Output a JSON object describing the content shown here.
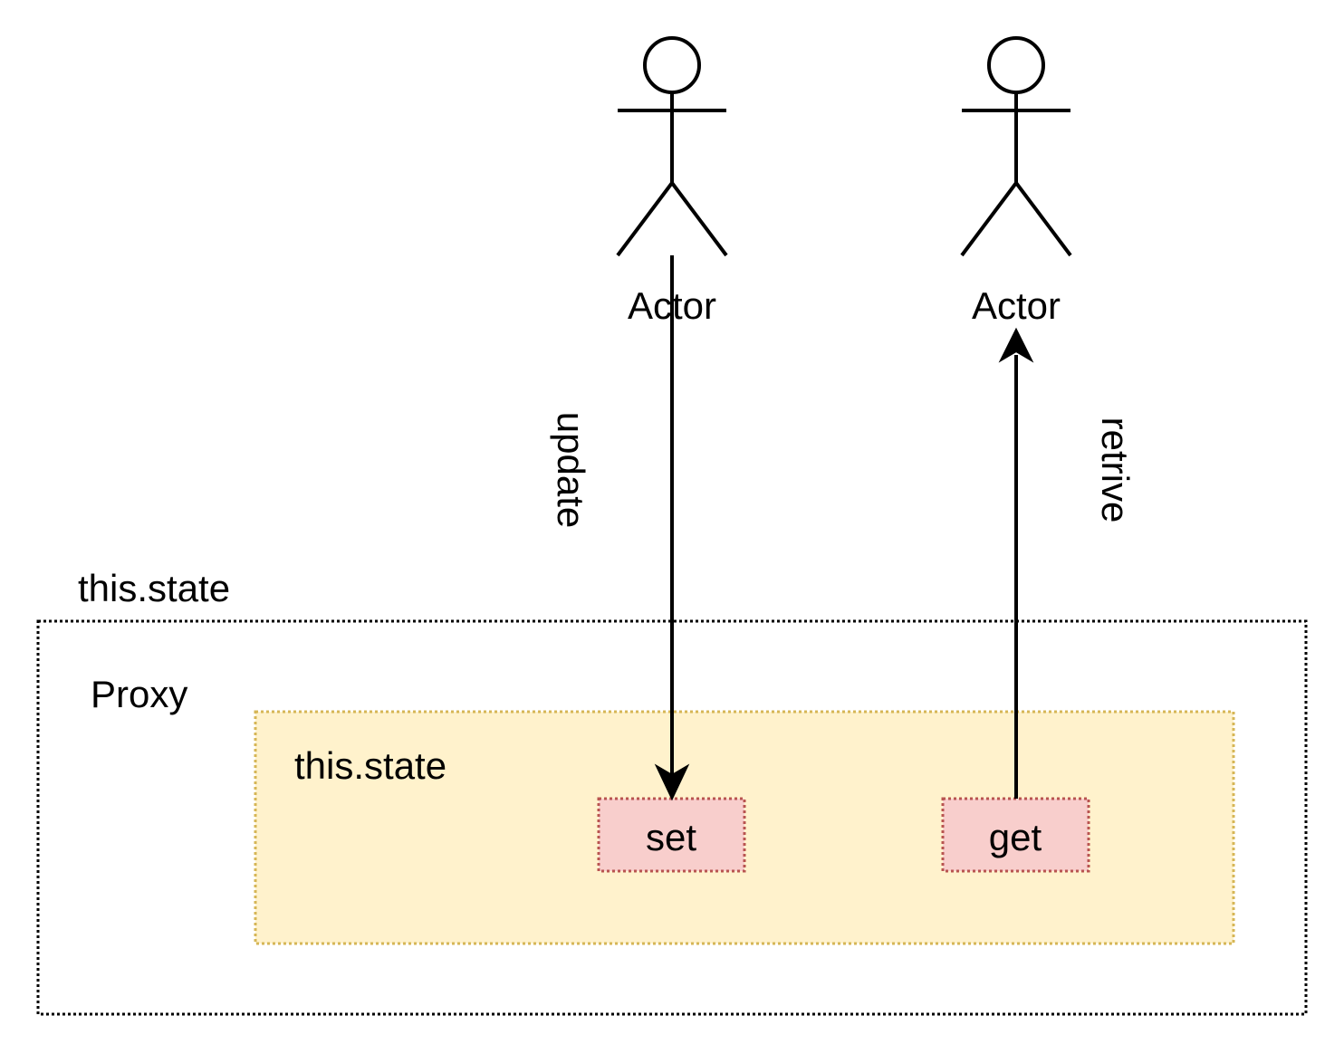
{
  "outer_container": {
    "label": "this.state"
  },
  "proxy": {
    "label": "Proxy"
  },
  "inner_state": {
    "label": "this.state"
  },
  "set_box": {
    "label": "set"
  },
  "get_box": {
    "label": "get"
  },
  "actor_left": {
    "label": "Actor"
  },
  "actor_right": {
    "label": "Actor"
  },
  "edges": {
    "update_label": "update",
    "retrieve_label": "retrive"
  },
  "colors": {
    "inner_fill": "#fff2cc",
    "inner_stroke": "#d6b656",
    "method_fill": "#f8cecc",
    "method_stroke": "#b85450",
    "line": "#000000"
  }
}
